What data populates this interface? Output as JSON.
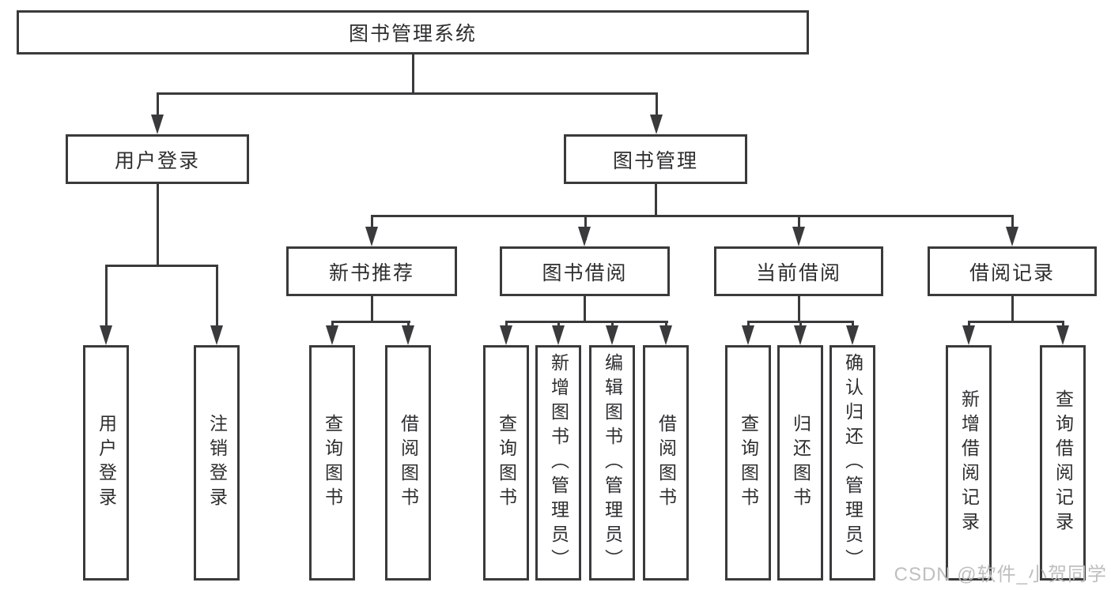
{
  "tree": {
    "root": "图书管理系统",
    "branches": [
      {
        "label": "用户登录",
        "children": [
          "用户登录",
          "注销登录"
        ]
      },
      {
        "label": "图书管理",
        "sections": [
          {
            "label": "新书推荐",
            "children": [
              "查询图书",
              "借阅图书"
            ]
          },
          {
            "label": "图书借阅",
            "children": [
              "查询图书",
              "新增图书（管理员）",
              "编辑图书（管理员）",
              "借阅图书"
            ]
          },
          {
            "label": "当前借阅",
            "children": [
              "查询图书",
              "归还图书",
              "确认归还（管理员）"
            ]
          },
          {
            "label": "借阅记录",
            "children": [
              "新增借阅记录",
              "查询借阅记录"
            ]
          }
        ]
      }
    ]
  },
  "watermark": "CSDN @软件_小贺同学",
  "colors": {
    "line": "#3a3a3c",
    "text": "#2e2e30",
    "watermark": "#bfbfbf",
    "bg": "#ffffff"
  }
}
